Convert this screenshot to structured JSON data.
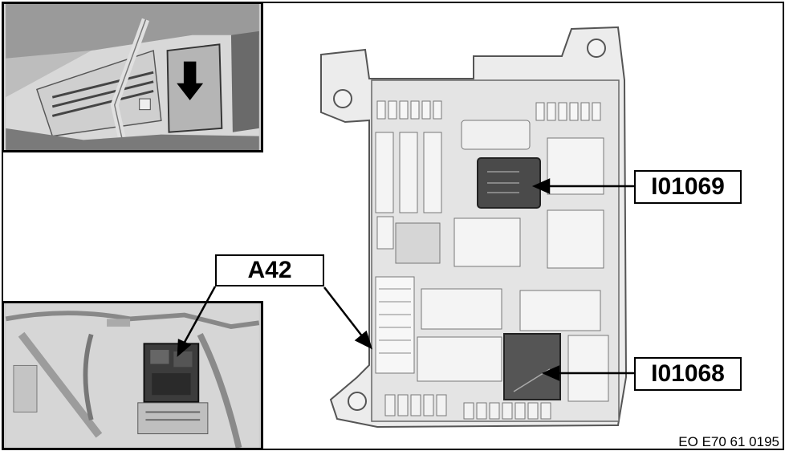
{
  "labels": {
    "module": "A42",
    "upper_relay": "I01069",
    "lower_relay": "I01068"
  },
  "caption": "EO E70 61 0195",
  "colors": {
    "outline": "#000000",
    "housing": "#e6e6e6",
    "relay_dark": "#4a4a4a"
  },
  "icons": {
    "down_arrow": "down-arrow-icon"
  }
}
